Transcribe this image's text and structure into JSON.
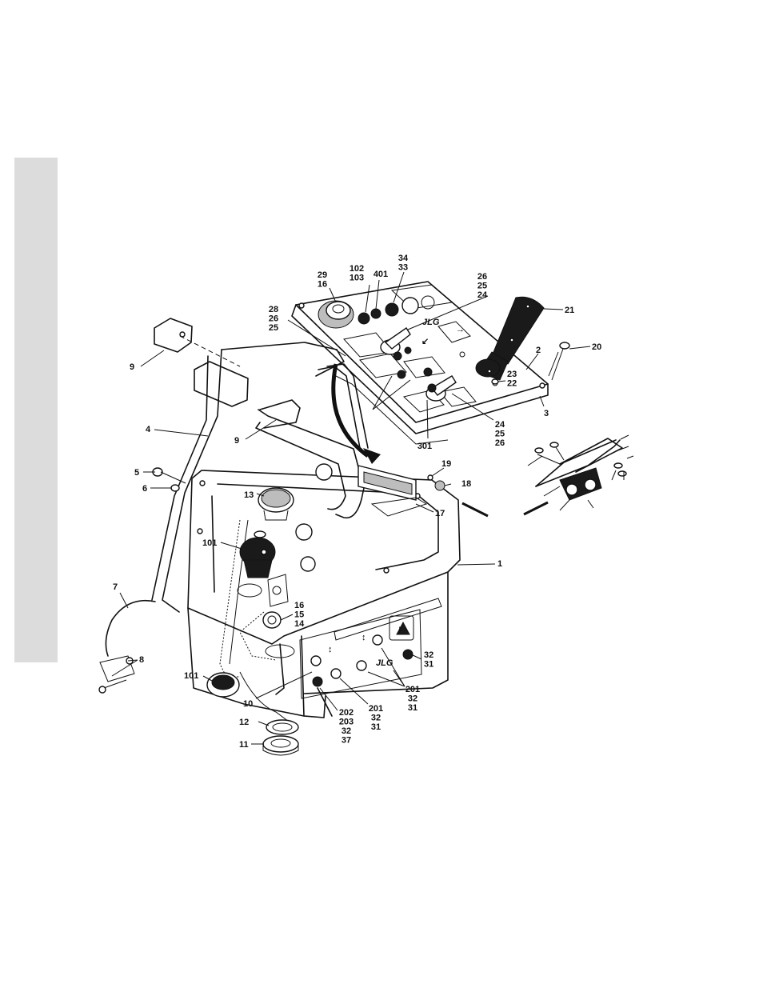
{
  "logo_text": "JLG",
  "callouts": [
    {
      "id": "c-9a",
      "lines": [
        "9"
      ]
    },
    {
      "id": "c-9b",
      "lines": [
        "9"
      ]
    },
    {
      "id": "c-4",
      "lines": [
        "4"
      ]
    },
    {
      "id": "c-5",
      "lines": [
        "5"
      ]
    },
    {
      "id": "c-6",
      "lines": [
        "6"
      ]
    },
    {
      "id": "c-7",
      "lines": [
        "7"
      ]
    },
    {
      "id": "c-8",
      "lines": [
        "8"
      ]
    },
    {
      "id": "c-101a",
      "lines": [
        "101"
      ]
    },
    {
      "id": "c-101b",
      "lines": [
        "101"
      ]
    },
    {
      "id": "c-13",
      "lines": [
        "13"
      ]
    },
    {
      "id": "c-16-15-14",
      "lines": [
        "16",
        "15",
        "14"
      ]
    },
    {
      "id": "c-10",
      "lines": [
        "10"
      ]
    },
    {
      "id": "c-12",
      "lines": [
        "12"
      ]
    },
    {
      "id": "c-11",
      "lines": [
        "11"
      ]
    },
    {
      "id": "c-202",
      "lines": [
        "202",
        "203",
        "32",
        "37"
      ]
    },
    {
      "id": "c-201a",
      "lines": [
        "201",
        "32",
        "31"
      ]
    },
    {
      "id": "c-201b",
      "lines": [
        "201",
        "32",
        "31"
      ]
    },
    {
      "id": "c-32-31",
      "lines": [
        "32",
        "31"
      ]
    },
    {
      "id": "c-1",
      "lines": [
        "1"
      ]
    },
    {
      "id": "c-17",
      "lines": [
        "17"
      ]
    },
    {
      "id": "c-18",
      "lines": [
        "18"
      ]
    },
    {
      "id": "c-19",
      "lines": [
        "19"
      ]
    },
    {
      "id": "c-28-26-25",
      "lines": [
        "28",
        "26",
        "25"
      ]
    },
    {
      "id": "c-29-16",
      "lines": [
        "29",
        "16"
      ]
    },
    {
      "id": "c-102-103",
      "lines": [
        "102",
        "103"
      ]
    },
    {
      "id": "c-401",
      "lines": [
        "401"
      ]
    },
    {
      "id": "c-34-33",
      "lines": [
        "34",
        "33"
      ]
    },
    {
      "id": "c-26-25-24",
      "lines": [
        "26",
        "25",
        "24"
      ]
    },
    {
      "id": "c-21",
      "lines": [
        "21"
      ]
    },
    {
      "id": "c-2",
      "lines": [
        "2"
      ]
    },
    {
      "id": "c-20",
      "lines": [
        "20"
      ]
    },
    {
      "id": "c-23-22",
      "lines": [
        "23",
        "22"
      ]
    },
    {
      "id": "c-3",
      "lines": [
        "3"
      ]
    },
    {
      "id": "c-24-25-26",
      "lines": [
        "24",
        "25",
        "26"
      ]
    },
    {
      "id": "c-301",
      "lines": [
        "301"
      ]
    }
  ]
}
